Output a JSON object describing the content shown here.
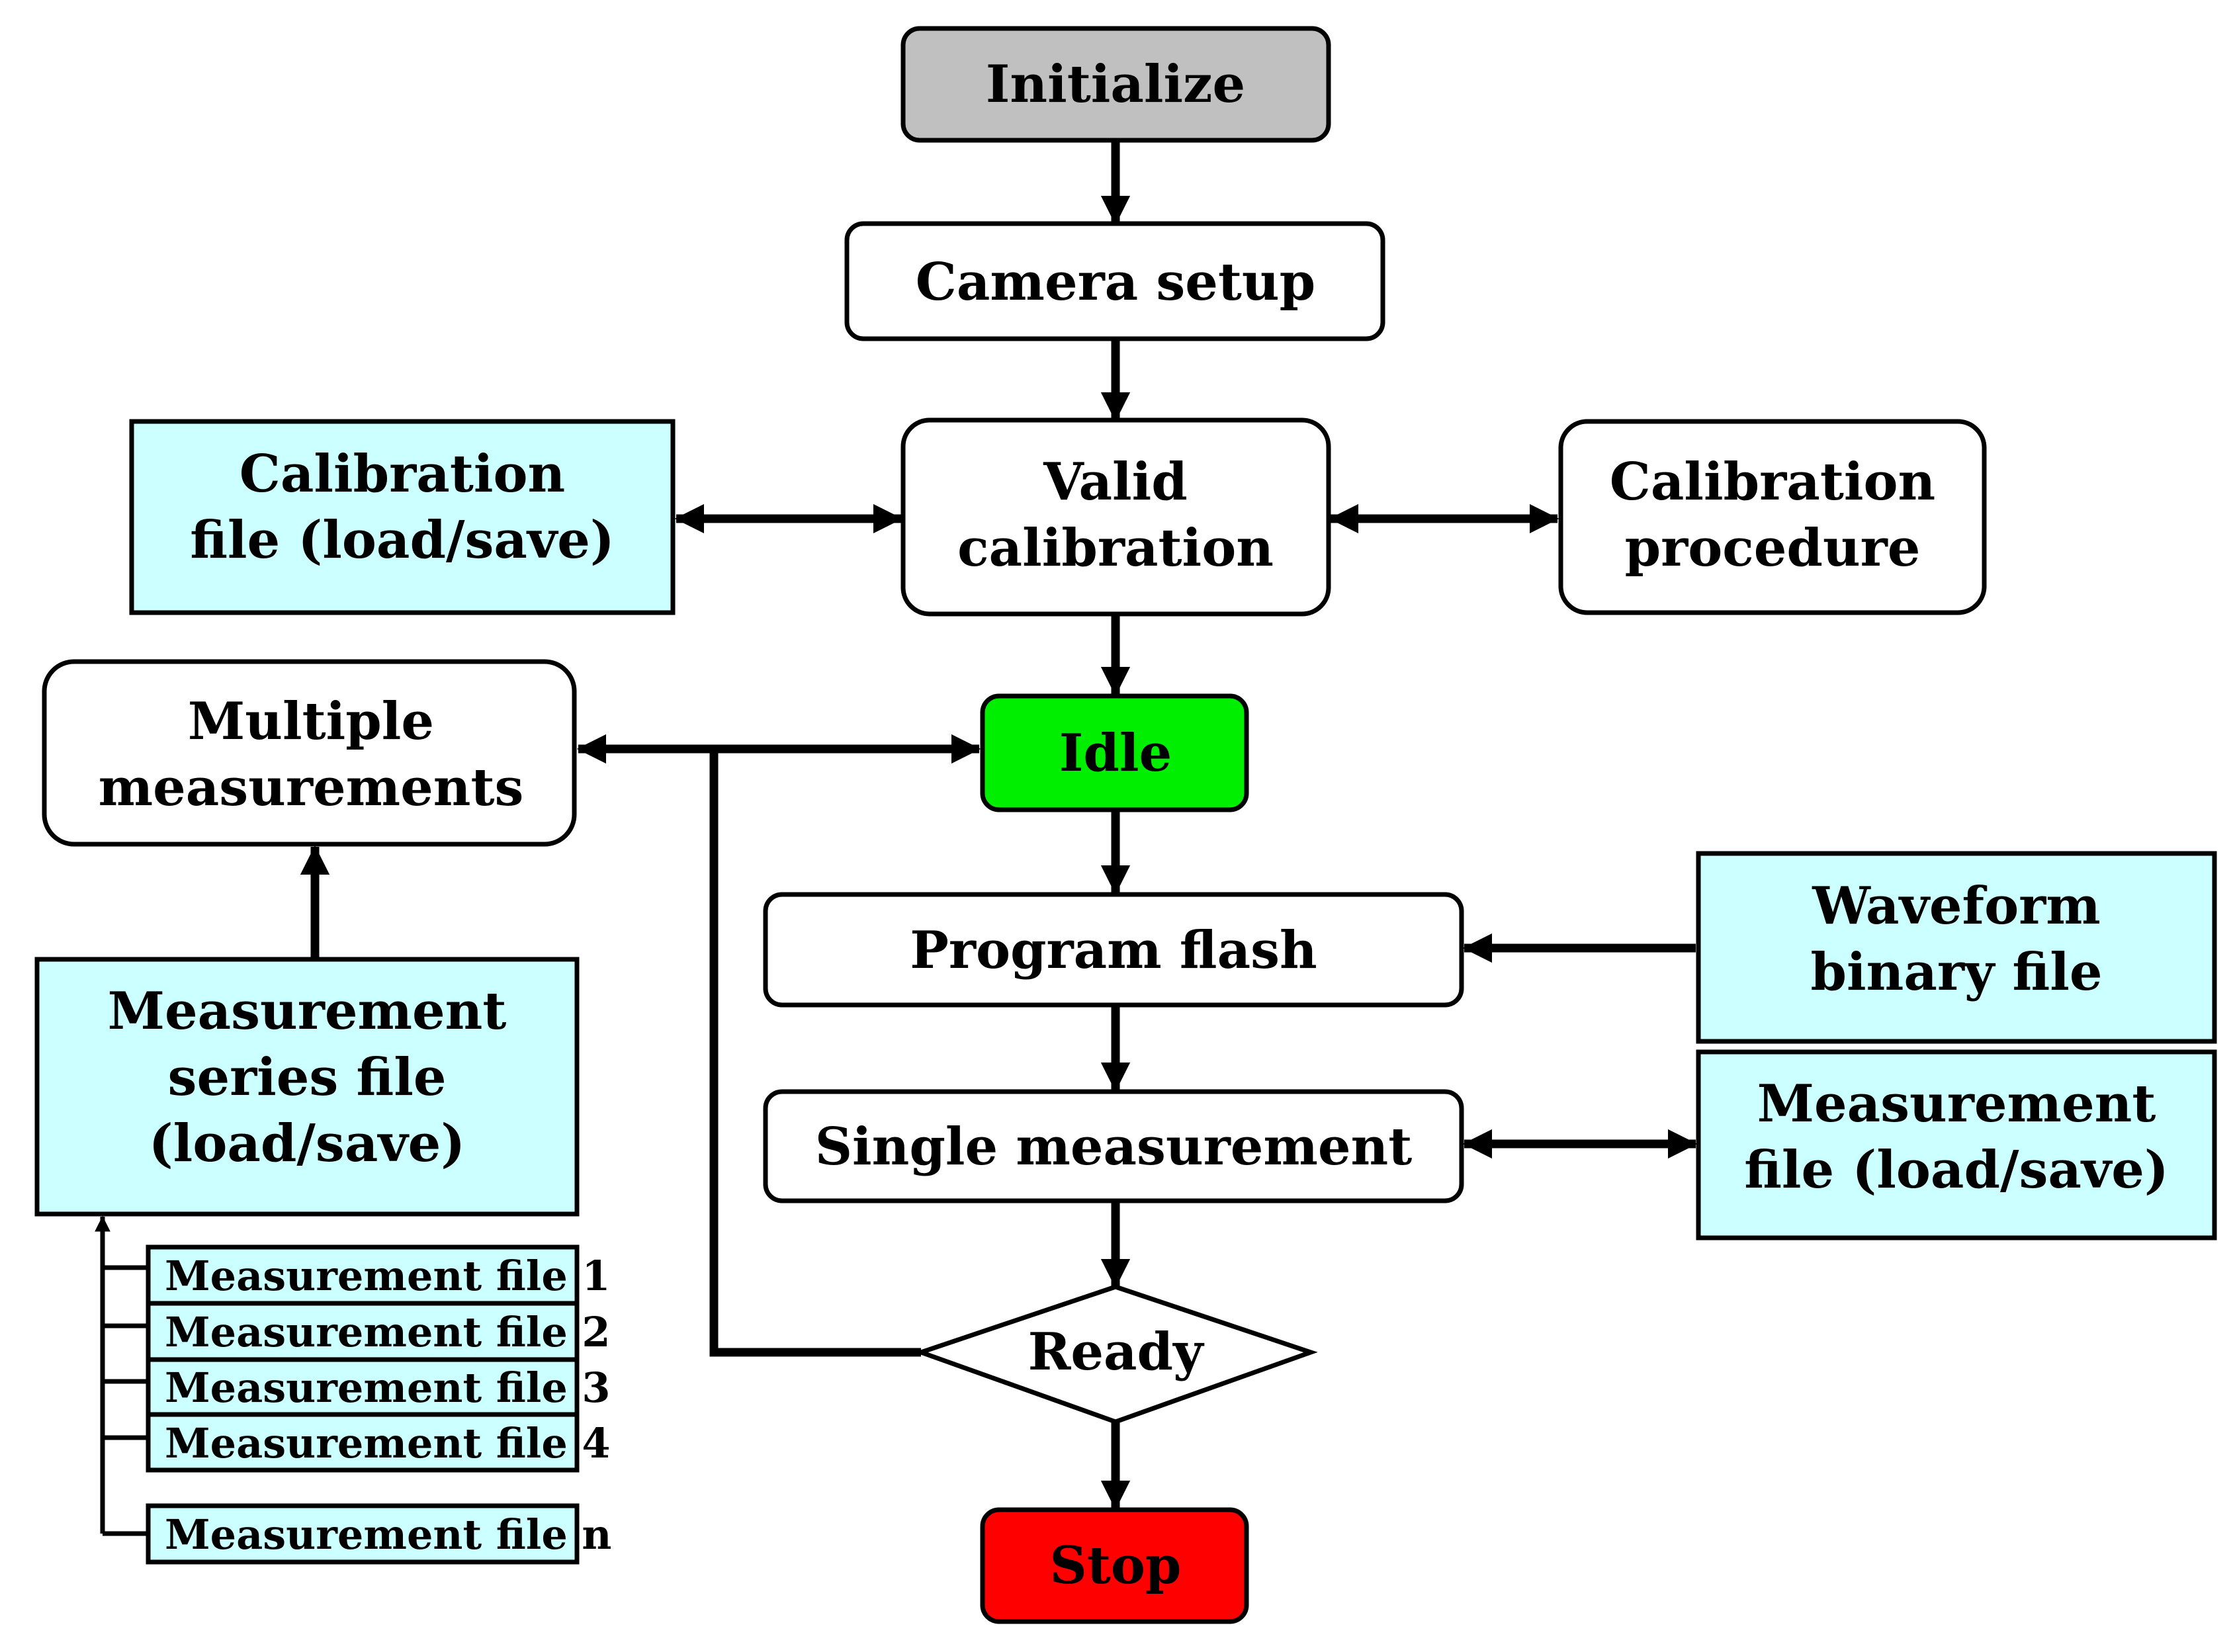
{
  "colors": {
    "start": "#c0c0c0",
    "idle": "#00ee00",
    "stop": "#ff0000",
    "file": "#ccffff",
    "process": "#ffffff",
    "stroke": "#000000"
  },
  "nodes": {
    "initialize": "Initialize",
    "camera_setup": "Camera setup",
    "valid_calibration": [
      "Valid",
      "calibration"
    ],
    "calibration_file": [
      "Calibration",
      "file (load/save)"
    ],
    "calibration_procedure": [
      "Calibration",
      "procedure"
    ],
    "multiple_measurements": [
      "Multiple",
      "measurements"
    ],
    "idle": "Idle",
    "program_flash": "Program flash",
    "waveform_file": [
      "Waveform",
      "binary file"
    ],
    "single_measurement": "Single measurement",
    "measurement_file": [
      "Measurement",
      "file (load/save)"
    ],
    "measurement_series_file": [
      "Measurement",
      "series file",
      "(load/save)"
    ],
    "ready": "Ready",
    "stop": "Stop"
  },
  "measurement_files": [
    "Measurement file  1",
    "Measurement file  2",
    "Measurement file  3",
    "Measurement file  4",
    "Measurement file  n"
  ]
}
